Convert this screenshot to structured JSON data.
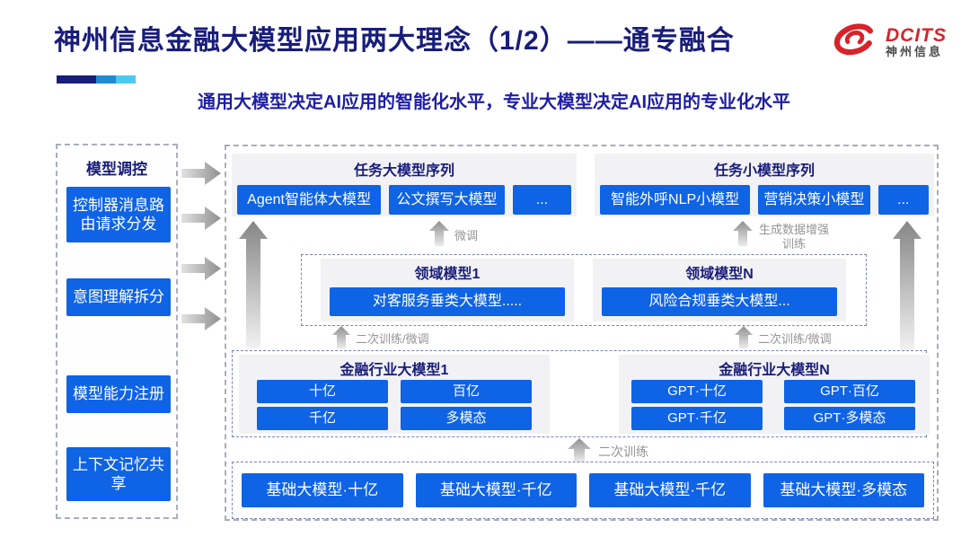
{
  "slide": {
    "title": "神州信息金融大模型应用两大理念（1/2）——通专融合",
    "subtitle": "通用大模型决定AI应用的智能化水平，专业大模型决定AI应用的专业化水平",
    "logo": {
      "brand": "DCITS",
      "brand_cn": "神州信息"
    },
    "colors": {
      "chip_blue": "#0f63e5",
      "navy": "#181d7a",
      "subtitle_navy": "#1e1ea5",
      "logo_red": "#d8232a",
      "arrow_gray": "#9b9b9b"
    }
  },
  "sidebar": {
    "title": "模型调控",
    "items": [
      {
        "label": "控制器消息路由请求分发"
      },
      {
        "label": "意图理解拆分"
      },
      {
        "label": "模型能力注册"
      },
      {
        "label": "上下文记忆共享"
      }
    ]
  },
  "top_row": {
    "large_series": {
      "title": "任务大模型序列",
      "items": [
        "Agent智能体大模型",
        "公文撰写大模型",
        "..."
      ]
    },
    "small_series": {
      "title": "任务小模型序列",
      "items": [
        "智能外呼NLP小模型",
        "营销决策小模型",
        "..."
      ]
    }
  },
  "flow_labels": {
    "finetune": "微调",
    "gen_data_training": "生成数据增强训练",
    "secondary_finetune_left": "二次训练/微调",
    "secondary_finetune_right": "二次训练/微调",
    "secondary_training": "二次训练"
  },
  "domain_row": {
    "groups": [
      {
        "title": "领域模型1",
        "item": "对客服务垂类大模型....."
      },
      {
        "title": "领域模型N",
        "item": "风险合规垂类大模型..."
      }
    ]
  },
  "industry_row": {
    "groups": [
      {
        "title": "金融行业大模型1",
        "items": [
          "十亿",
          "百亿",
          "千亿",
          "多模态"
        ]
      },
      {
        "title": "金融行业大模型N",
        "items": [
          "GPT·十亿",
          "GPT·百亿",
          "GPT·千亿",
          "GPT·多模态"
        ]
      }
    ]
  },
  "base_row": {
    "items": [
      "基础大模型·十亿",
      "基础大模型·千亿",
      "基础大模型·千亿",
      "基础大模型·多模态"
    ]
  }
}
